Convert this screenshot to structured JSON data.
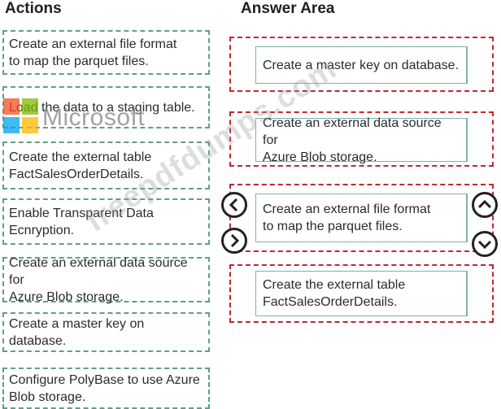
{
  "headings": {
    "actions": "Actions",
    "answer_area": "Answer Area"
  },
  "actions": [
    {
      "label": "Create an external file format\nto map the parquet files."
    },
    {
      "label": "Load the data to a staging table."
    },
    {
      "label": "Create the external table\nFactSalesOrderDetails."
    },
    {
      "label": "Enable Transparent Data\nEcnryption."
    },
    {
      "label": "Create an external data source for\nAzure Blob storage."
    },
    {
      "label": "Create a master key on database."
    },
    {
      "label": "Configure PolyBase to use Azure\nBlob storage."
    }
  ],
  "answers": [
    {
      "label": "Create a master key on database."
    },
    {
      "label": "Create an external data source for\nAzure Blob storage."
    },
    {
      "label": "Create an external file format\nto map the parquet files."
    },
    {
      "label": "Create the external table\nFactSalesOrderDetails."
    }
  ],
  "controls": {
    "left_icon": "chevron-left-icon",
    "right_icon": "chevron-right-icon",
    "up_icon": "chevron-up-icon",
    "down_icon": "chevron-down-icon"
  },
  "watermarks": {
    "logo_text": "Microsoft",
    "site": "freepdfdumps.com"
  },
  "colors": {
    "action_border": "#5f9e8a",
    "slot_border": "#c0282d",
    "inner_border": "#7fb2a2"
  }
}
